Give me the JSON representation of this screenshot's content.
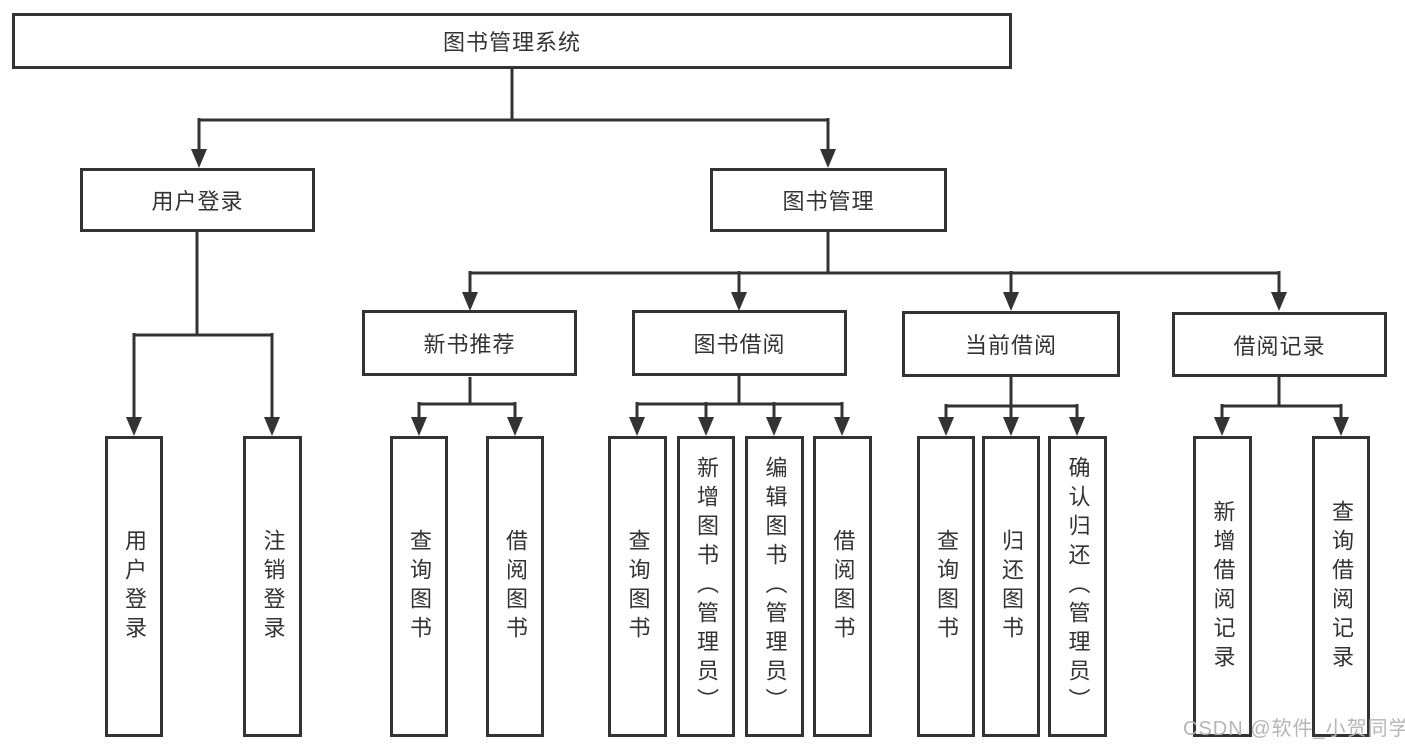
{
  "diagram": {
    "root": "图书管理系统",
    "level2": [
      "用户登录",
      "图书管理"
    ],
    "level3": [
      "新书推荐",
      "图书借阅",
      "当前借阅",
      "借阅记录"
    ],
    "leaves": [
      "用户登录",
      "注销登录",
      "查询图书",
      "借阅图书",
      "查询图书",
      "新增图书（管理员）",
      "编辑图书（管理员）",
      "借阅图书",
      "查询图书",
      "归还图书",
      "确认归还（管理员）",
      "新增借阅记录",
      "查询借阅记录"
    ],
    "watermark": "CSDN @软件_小贺同学",
    "colors": {
      "line": "#333333",
      "text": "#333333",
      "watermark": "#b5b5b5",
      "background": "#ffffff"
    }
  }
}
